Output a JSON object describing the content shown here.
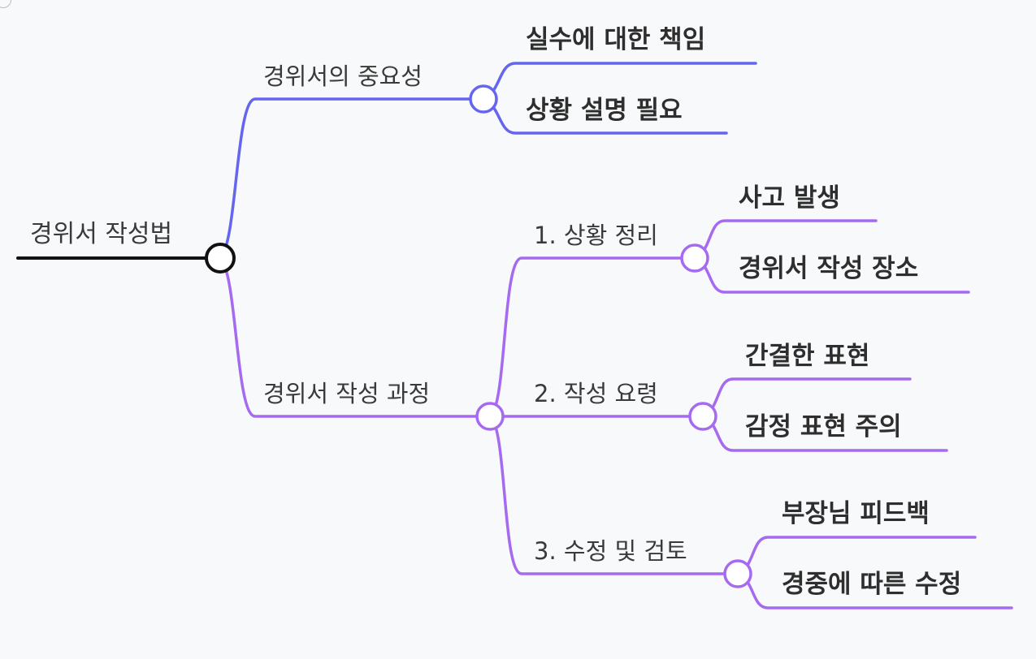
{
  "colors": {
    "background": "#f8f9fb",
    "root_line": "#111111",
    "branch_blue": "#6466ee",
    "branch_purple": "#a56af0"
  },
  "root": {
    "label": "경위서 작성법"
  },
  "branches": [
    {
      "label": "경위서의 중요성",
      "children": [
        "실수에 대한 책임",
        "상황 설명 필요"
      ]
    },
    {
      "label": "경위서 작성 과정",
      "children": [
        {
          "label": "1. 상황 정리",
          "children": [
            "사고 발생",
            "경위서 작성 장소"
          ]
        },
        {
          "label": "2. 작성 요령",
          "children": [
            "간결한 표현",
            "감정 표현 주의"
          ]
        },
        {
          "label": "3. 수정 및 검토",
          "children": [
            "부장님 피드백",
            "경중에 따른 수정"
          ]
        }
      ]
    }
  ]
}
